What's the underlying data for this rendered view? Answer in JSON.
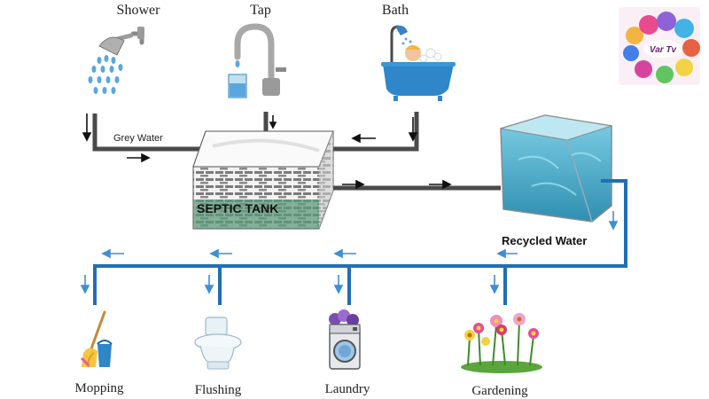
{
  "sources": {
    "shower": "Shower",
    "tap": "Tap",
    "bath": "Bath"
  },
  "pipe_labels": {
    "grey_water": "Grey Water"
  },
  "tank": {
    "label": "SEPTIC TANK"
  },
  "recycled": {
    "label": "Recycled Water"
  },
  "uses": {
    "mopping": "Mopping",
    "flushing": "Flushing",
    "laundry": "Laundry",
    "gardening": "Gardening"
  },
  "logo": {
    "text": "Var Tv"
  },
  "colors": {
    "grey_pipe": "#4a4a4a",
    "blue_pipe": "#1f6fb5",
    "arrow_blue": "#3d8fd6",
    "water": "#3fa3c4"
  }
}
